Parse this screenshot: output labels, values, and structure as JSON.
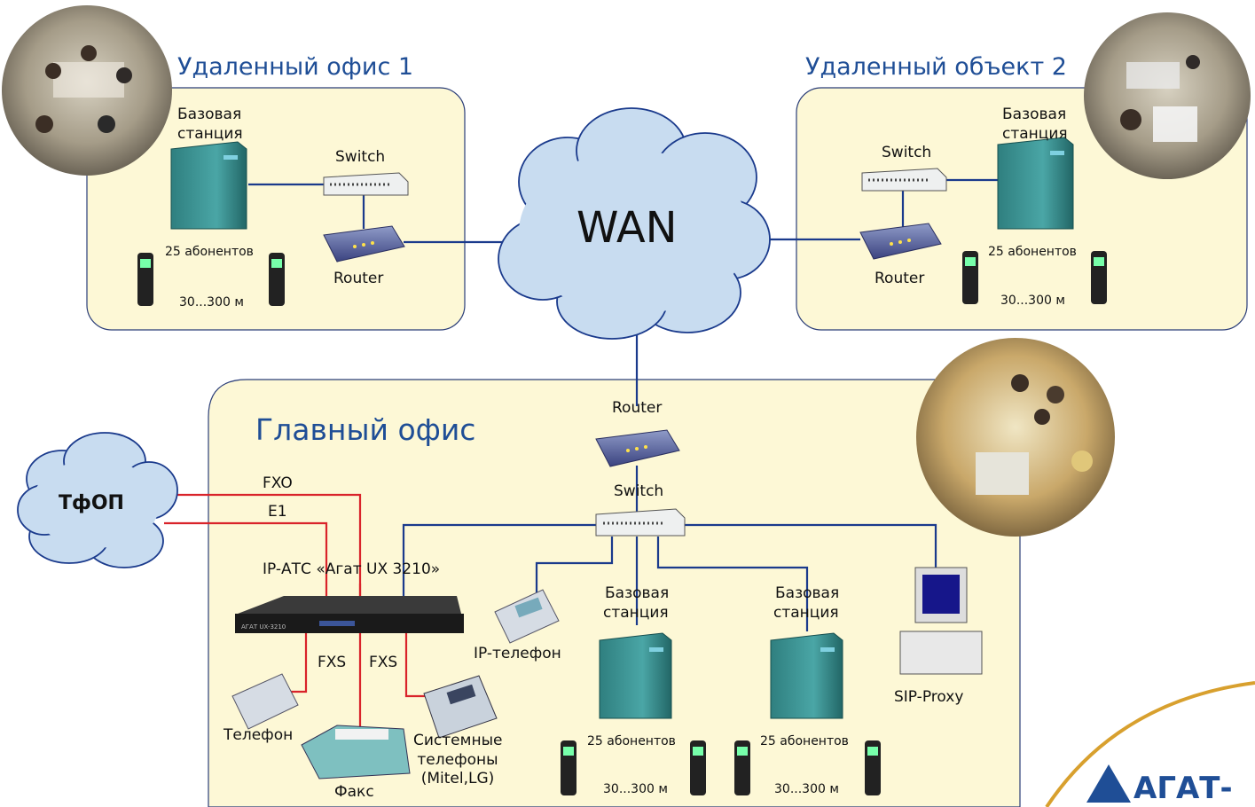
{
  "offices": {
    "remote1": {
      "title": "Удаленный офис 1"
    },
    "remote2": {
      "title": "Удаленный объект 2"
    },
    "main": {
      "title": "Главный офис"
    }
  },
  "wan": {
    "label": "WAN"
  },
  "pstn": {
    "label": "ТфОП"
  },
  "devices": {
    "base_station": "Базовая станция",
    "base_station_l1": "Базовая",
    "base_station_l2": "станция",
    "switch": "Switch",
    "router": "Router",
    "subscribers": "25 абонентов",
    "range": "30...300 м",
    "ip_pbx": "IP-АТС «Агат UX 3210»",
    "ip_phone": "IP-телефон",
    "sip_proxy": "SIP-Proxy",
    "phone": "Телефон",
    "fax": "Факс",
    "system_phones_l1": "Системные",
    "system_phones_l2": "телефоны",
    "system_phones_l3": "(Mitel,LG)",
    "pbx_panel_text": "АГАТ UX-3210"
  },
  "links": {
    "fxo": "FXO",
    "e1": "E1",
    "fxs_left": "FXS",
    "fxs_right": "FXS"
  },
  "logo": {
    "text": "АГАТ-"
  },
  "colors": {
    "office_fill": "#fdf8d6",
    "title": "#1f4e96",
    "net_line": "#1a3a8c",
    "tel_line": "#d9232a",
    "cloud": "#c8dcf0",
    "station": "#3a9494"
  }
}
